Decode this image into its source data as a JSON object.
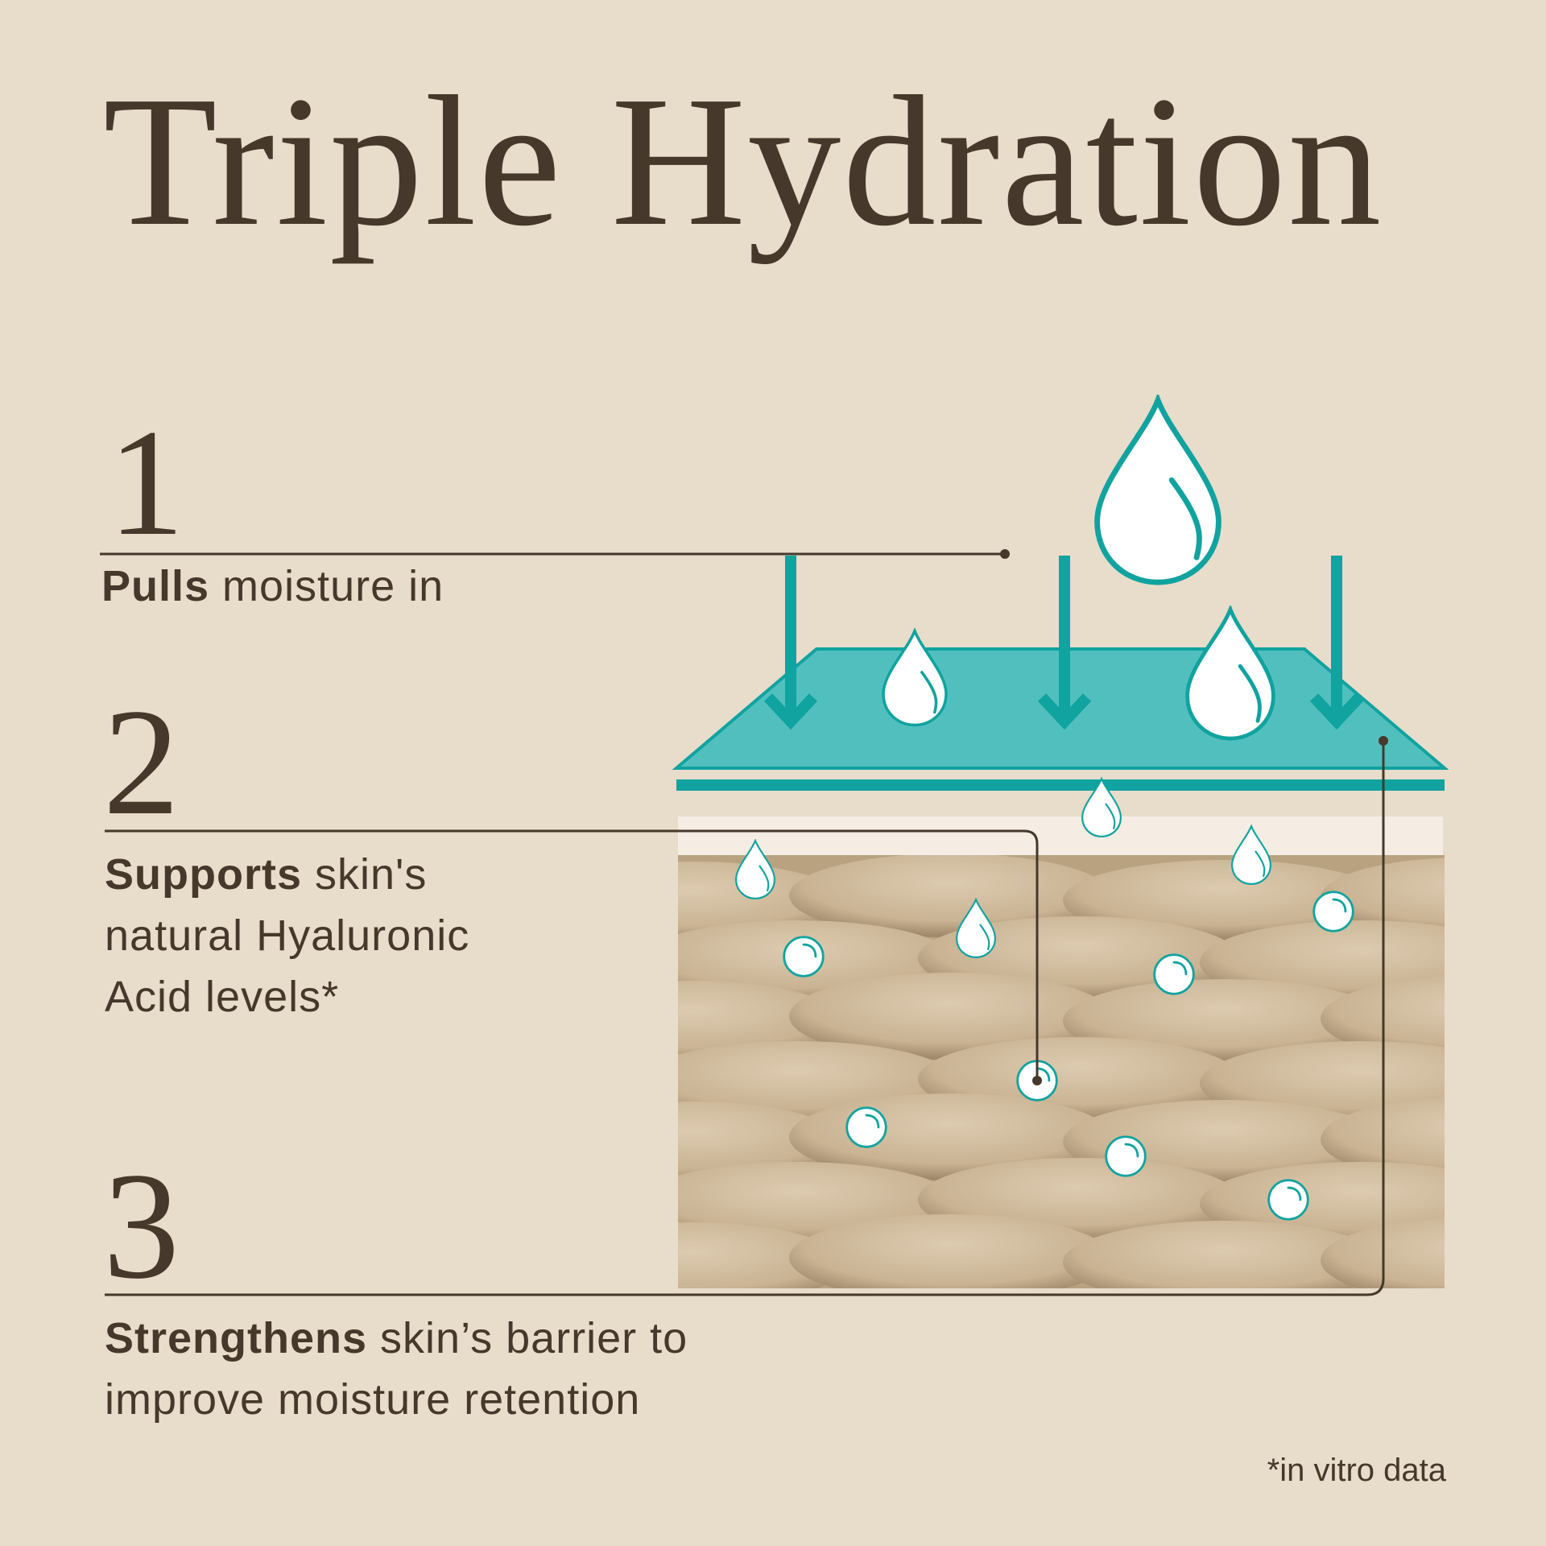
{
  "title": "Triple Hydration",
  "steps": [
    {
      "number": "1",
      "bold": "Pulls",
      "text_lines": [
        " moisture in"
      ]
    },
    {
      "number": "2",
      "bold": "Supports",
      "text_lines": [
        " skin's",
        "natural Hyaluronic",
        "Acid levels*"
      ]
    },
    {
      "number": "3",
      "bold": "Strengthens",
      "text_lines": [
        " skin’s barrier to",
        "improve moisture retention"
      ]
    }
  ],
  "footnote": "*in vitro data",
  "colors": {
    "background": "#e8dccb",
    "text": "#46382a",
    "teal": "#10a39f",
    "teal_light": "#52bfbf",
    "skin": "#d4c0a4",
    "drop_fill": "#ffffff"
  },
  "icons": [
    "water-drop-icon",
    "down-arrow-icon",
    "bubble-icon"
  ]
}
